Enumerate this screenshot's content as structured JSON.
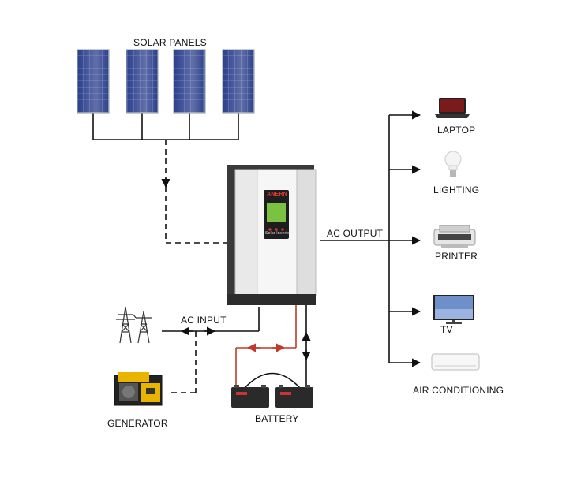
{
  "labels": {
    "solar_panels": "SOLAR PANELS",
    "ac_output": "AC OUTPUT",
    "ac_input": "AC INPUT",
    "generator": "GENERATOR",
    "battery": "BATTERY"
  },
  "inverter": {
    "brand": "ANERN",
    "caption": "Solar Inverter"
  },
  "outputs": [
    {
      "label": "LAPTOP",
      "icon": "laptop-icon"
    },
    {
      "label": "LIGHTING",
      "icon": "light-bulb-icon"
    },
    {
      "label": "PRINTER",
      "icon": "printer-icon"
    },
    {
      "label": "TV",
      "icon": "tv-icon"
    },
    {
      "label": "AIR CONDITIONING",
      "icon": "air-conditioner-icon"
    }
  ],
  "colors": {
    "line": "#111111",
    "battery_link": "#c0392b",
    "panel_blue": "#2c3f8c",
    "inverter_face": "#e9e9e9",
    "inverter_dark": "#3a3a3a",
    "generator_yellow": "#e8b400"
  }
}
